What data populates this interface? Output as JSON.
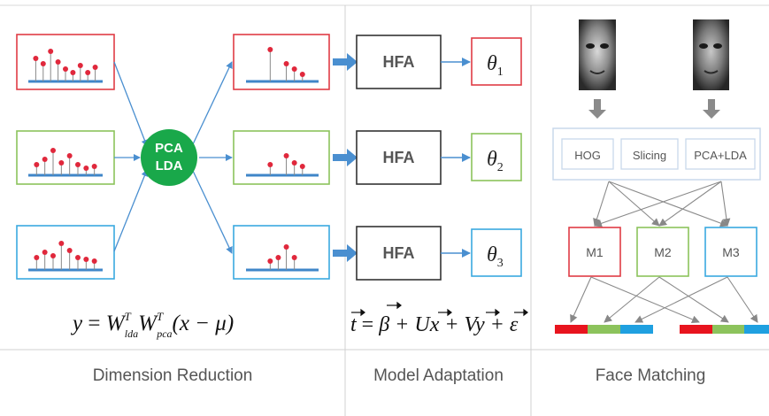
{
  "pca_lda": {
    "line1": "PCA",
    "line2": "LDA"
  },
  "hfa_boxes": [
    {
      "label": "HFA"
    },
    {
      "label": "HFA"
    },
    {
      "label": "HFA"
    }
  ],
  "thetas": [
    {
      "symbol": "θ",
      "sub": "1"
    },
    {
      "symbol": "θ",
      "sub": "2"
    },
    {
      "symbol": "θ",
      "sub": "3"
    }
  ],
  "feature_steps": [
    "HOG",
    "Slicing",
    "PCA+LDA"
  ],
  "models": [
    "M1",
    "M2",
    "M3"
  ],
  "formula_dimension": {
    "y": "y",
    "eq": " = ",
    "W": "W",
    "T1": "T",
    "lda": "lda",
    "T2": "T",
    "pca": "pca",
    "tail": "(x − μ)"
  },
  "formula_model": {
    "t": "t",
    "eq": " = ",
    "beta": "β",
    "plus1": " + U",
    "x": "x",
    "plus2": " + V",
    "y": "y",
    "plus3": " + ",
    "eps": "ε"
  },
  "section_labels": {
    "dimension_reduction": "Dimension Reduction",
    "model_adaptation": "Model Adaptation",
    "face_matching": "Face Matching"
  },
  "colors": {
    "red": "#e03c45",
    "green": "#8cc35c",
    "blue": "#3aa9df",
    "pca_circle": "#19a84a",
    "arrow_blue": "#4a8fd0",
    "stem": "#e0283c",
    "baseline": "#3f86c8",
    "divider": "#cfcfcf",
    "gray_arrow": "#7f7f7f"
  },
  "icons": [
    "face-image-1",
    "face-image-2",
    "down-arrow-icon"
  ]
}
